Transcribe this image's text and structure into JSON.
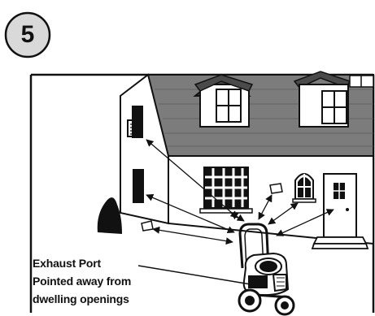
{
  "step": {
    "number": "5"
  },
  "caption": {
    "line1": "Exhaust Port",
    "line2": "Pointed away from",
    "line3": "dwelling openings"
  },
  "colors": {
    "ink": "#111111",
    "roof": "#7c7c7c",
    "roof_dark": "#4a4a4a",
    "badge_fill": "#d9d9d9",
    "paper": "#ffffff"
  }
}
